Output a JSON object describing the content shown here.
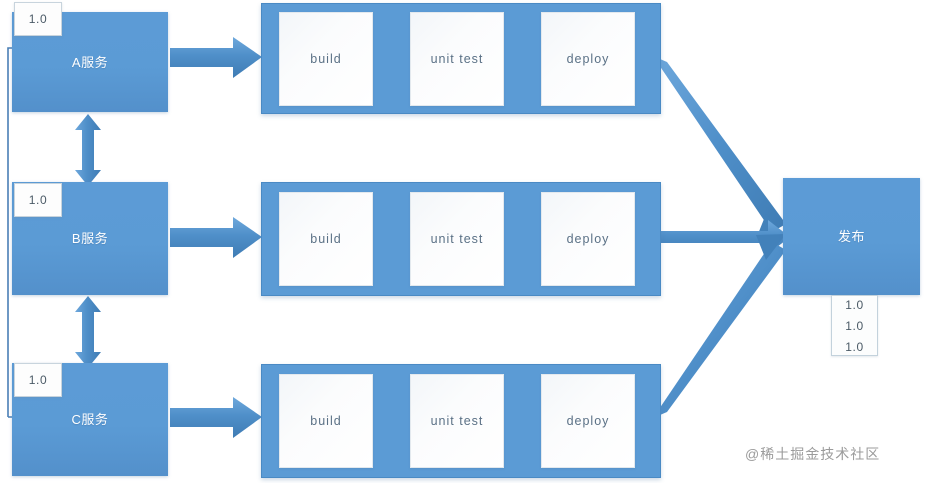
{
  "diagram": {
    "title": "microservice-ci-cd-pipeline-diagram",
    "colors": {
      "box_blue": "#5b9bd5",
      "box_blue_dark": "#4a8ac4",
      "arrow_blue": "#4a8ac4",
      "stage_text": "#5b7186",
      "badge_text": "#4b5a66",
      "box_text": "#ffffff",
      "watermark": "#9b9b9b",
      "background": "#ffffff"
    },
    "services": [
      {
        "id": "a",
        "label": "A服务",
        "version": "1.0"
      },
      {
        "id": "b",
        "label": "B服务",
        "version": "1.0"
      },
      {
        "id": "c",
        "label": "C服务",
        "version": "1.0"
      }
    ],
    "pipelines": [
      {
        "id": "pipeline-a",
        "stages": [
          "build",
          "unit test",
          "deploy"
        ]
      },
      {
        "id": "pipeline-b",
        "stages": [
          "build",
          "unit test",
          "deploy"
        ]
      },
      {
        "id": "pipeline-c",
        "stages": [
          "build",
          "unit test",
          "deploy"
        ]
      }
    ],
    "release": {
      "label": "发布",
      "versions": [
        "1.0",
        "1.0",
        "1.0"
      ]
    },
    "watermark": "@稀土掘金技术社区"
  }
}
